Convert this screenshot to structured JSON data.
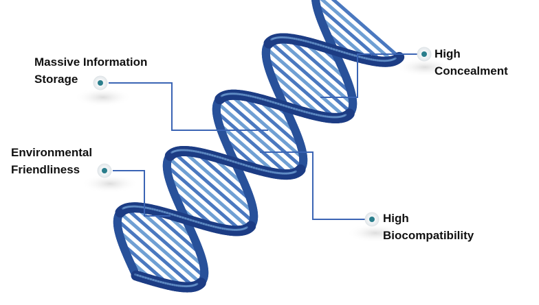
{
  "features": [
    {
      "id": "massive",
      "lines": [
        "Massive Information",
        "Storage"
      ]
    },
    {
      "id": "env",
      "lines": [
        "Environmental",
        "Friendliness"
      ]
    },
    {
      "id": "conceal",
      "lines": [
        "High",
        "Concealment"
      ]
    },
    {
      "id": "biocompat",
      "lines": [
        "High",
        "Biocompatibility"
      ]
    }
  ],
  "colors": {
    "helix_dark": "#1c3c84",
    "helix_light": "#6f9fd3",
    "connector": "#3a64b4",
    "node": "#2a7e8c",
    "text": "#111111"
  },
  "icons": [
    "dna-helix-illustration",
    "bullet-node-icon"
  ]
}
